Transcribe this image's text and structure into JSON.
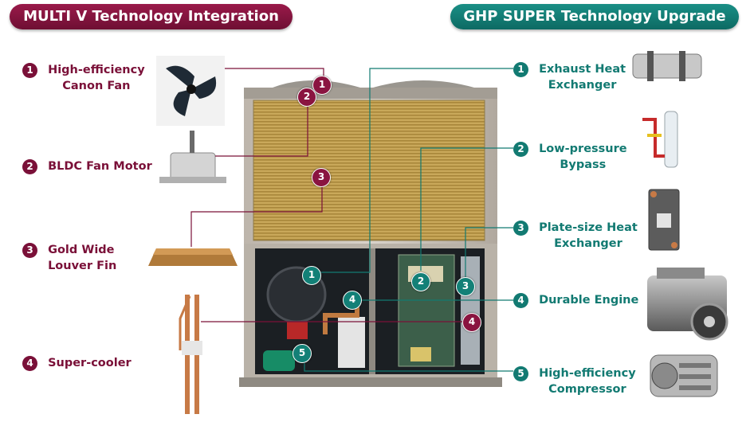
{
  "header": {
    "left_title": "MULTI V Technology Integration",
    "right_title": "GHP SUPER Technology Upgrade"
  },
  "multi_v": [
    {
      "num": "1",
      "line1": "High-efficiency",
      "line2": "Canon Fan"
    },
    {
      "num": "2",
      "line1": "BLDC Fan Motor",
      "line2": ""
    },
    {
      "num": "3",
      "line1": "Gold Wide",
      "line2": "Louver Fin"
    },
    {
      "num": "4",
      "line1": "Super-cooler",
      "line2": ""
    }
  ],
  "ghp_super": [
    {
      "num": "1",
      "line1": "Exhaust Heat",
      "line2": "Exchanger"
    },
    {
      "num": "2",
      "line1": "Low-pressure",
      "line2": "Bypass"
    },
    {
      "num": "3",
      "line1": "Plate-size Heat",
      "line2": "Exchanger"
    },
    {
      "num": "4",
      "line1": "Durable Engine",
      "line2": ""
    },
    {
      "num": "5",
      "line1": "High-efficiency",
      "line2": "Compressor"
    }
  ],
  "badges": {
    "left": [
      "1",
      "2",
      "3",
      "4"
    ],
    "right": [
      "1",
      "2",
      "3",
      "4",
      "5"
    ]
  },
  "colors": {
    "multi_v": "#7a1038",
    "ghp_super": "#127a72"
  },
  "icons": [
    "fan-blade-icon",
    "fan-motor-icon",
    "louver-fin-icon",
    "super-cooler-icon",
    "exhaust-heat-exchanger-icon",
    "bypass-valve-icon",
    "plate-heat-exchanger-icon",
    "engine-icon",
    "compressor-icon"
  ]
}
